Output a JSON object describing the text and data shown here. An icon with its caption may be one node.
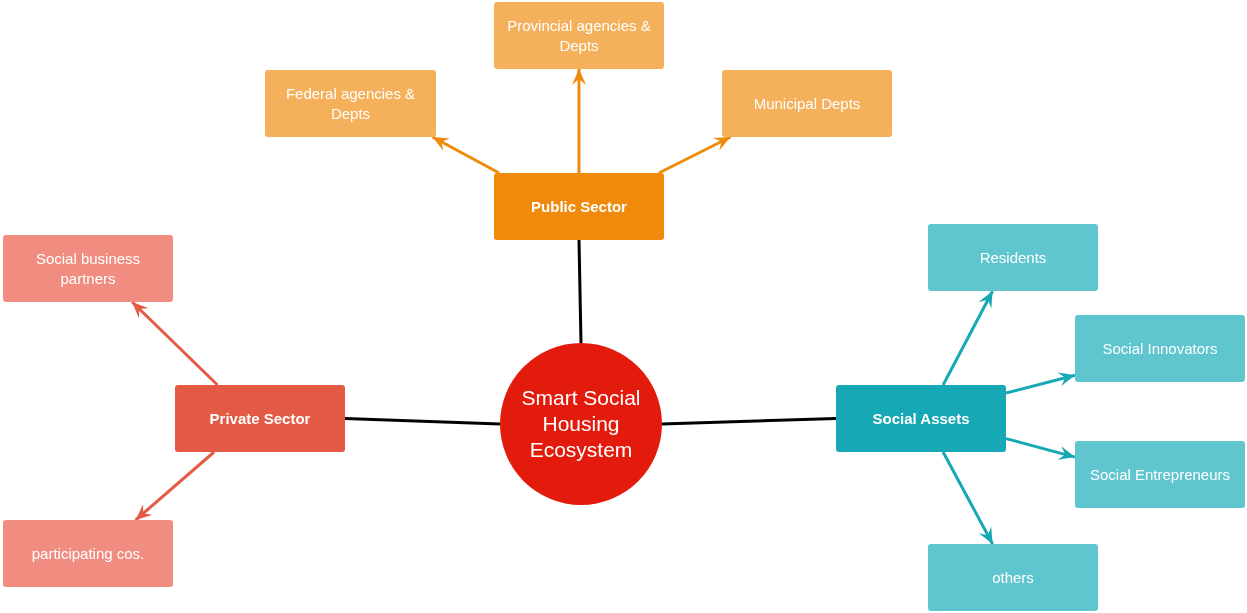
{
  "diagram": {
    "nodes": [
      {
        "text": [
          "Smart Social Housing Ecosystem"
        ]
      },
      {
        "text": [
          "Public Sector"
        ]
      },
      {
        "text": [
          "Federal agencies & Depts"
        ]
      },
      {
        "text": [
          "Provincial agencies & Depts"
        ]
      },
      {
        "text": [
          "Municipal Depts"
        ]
      },
      {
        "text": [
          "Private Sector"
        ]
      },
      {
        "text": [
          "Social business partners"
        ]
      },
      {
        "text": [
          "participating cos."
        ]
      },
      {
        "text": [
          "Social Assets"
        ]
      },
      {
        "text": [
          "Residents"
        ]
      },
      {
        "text": [
          "Social Innovators"
        ]
      },
      {
        "text": [
          "Social Entrepreneurs"
        ]
      },
      {
        "text": [
          "others"
        ]
      }
    ],
    "edges": [
      {
        "from": 0,
        "to": 1,
        "arrow": "none",
        "color": "#000000"
      },
      {
        "from": 0,
        "to": 5,
        "arrow": "none",
        "color": "#000000"
      },
      {
        "from": 0,
        "to": 8,
        "arrow": "none",
        "color": "#000000"
      },
      {
        "from": 1,
        "to": 2,
        "arrow": "to",
        "color": "#ef8a0c"
      },
      {
        "from": 1,
        "to": 3,
        "arrow": "to",
        "color": "#ef8a0c"
      },
      {
        "from": 1,
        "to": 4,
        "arrow": "to",
        "color": "#ef8a0c"
      },
      {
        "from": 5,
        "to": 6,
        "arrow": "to",
        "color": "#e35a45"
      },
      {
        "from": 5,
        "to": 7,
        "arrow": "to",
        "color": "#e35a45"
      },
      {
        "from": 8,
        "to": 9,
        "arrow": "to",
        "color": "#16a8b5"
      },
      {
        "from": 8,
        "to": 10,
        "arrow": "to",
        "color": "#16a8b5"
      },
      {
        "from": 8,
        "to": 11,
        "arrow": "to",
        "color": "#16a8b5"
      },
      {
        "from": 8,
        "to": 12,
        "arrow": "to",
        "color": "#16a8b5"
      }
    ]
  }
}
